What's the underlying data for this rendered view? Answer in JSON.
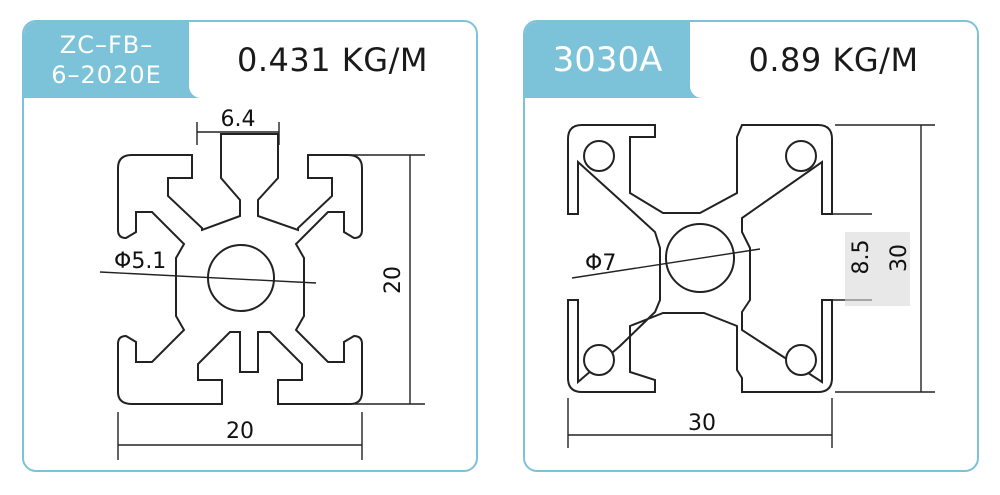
{
  "left": {
    "model_line1": "ZC–FB–",
    "model_line2": "6–2020E",
    "weight": "0.431 KG/M",
    "dim_slot": "6.4",
    "dim_hole": "Φ5.1",
    "dim_height": "20",
    "dim_width": "20"
  },
  "right": {
    "model": "3030A",
    "weight": "0.89 KG/M",
    "dim_hole": "Φ7",
    "dim_slot": "8.5",
    "dim_height": "30",
    "dim_width": "30"
  },
  "colors": {
    "accent": "#7cc3d9",
    "text": "#1a1a1a"
  }
}
